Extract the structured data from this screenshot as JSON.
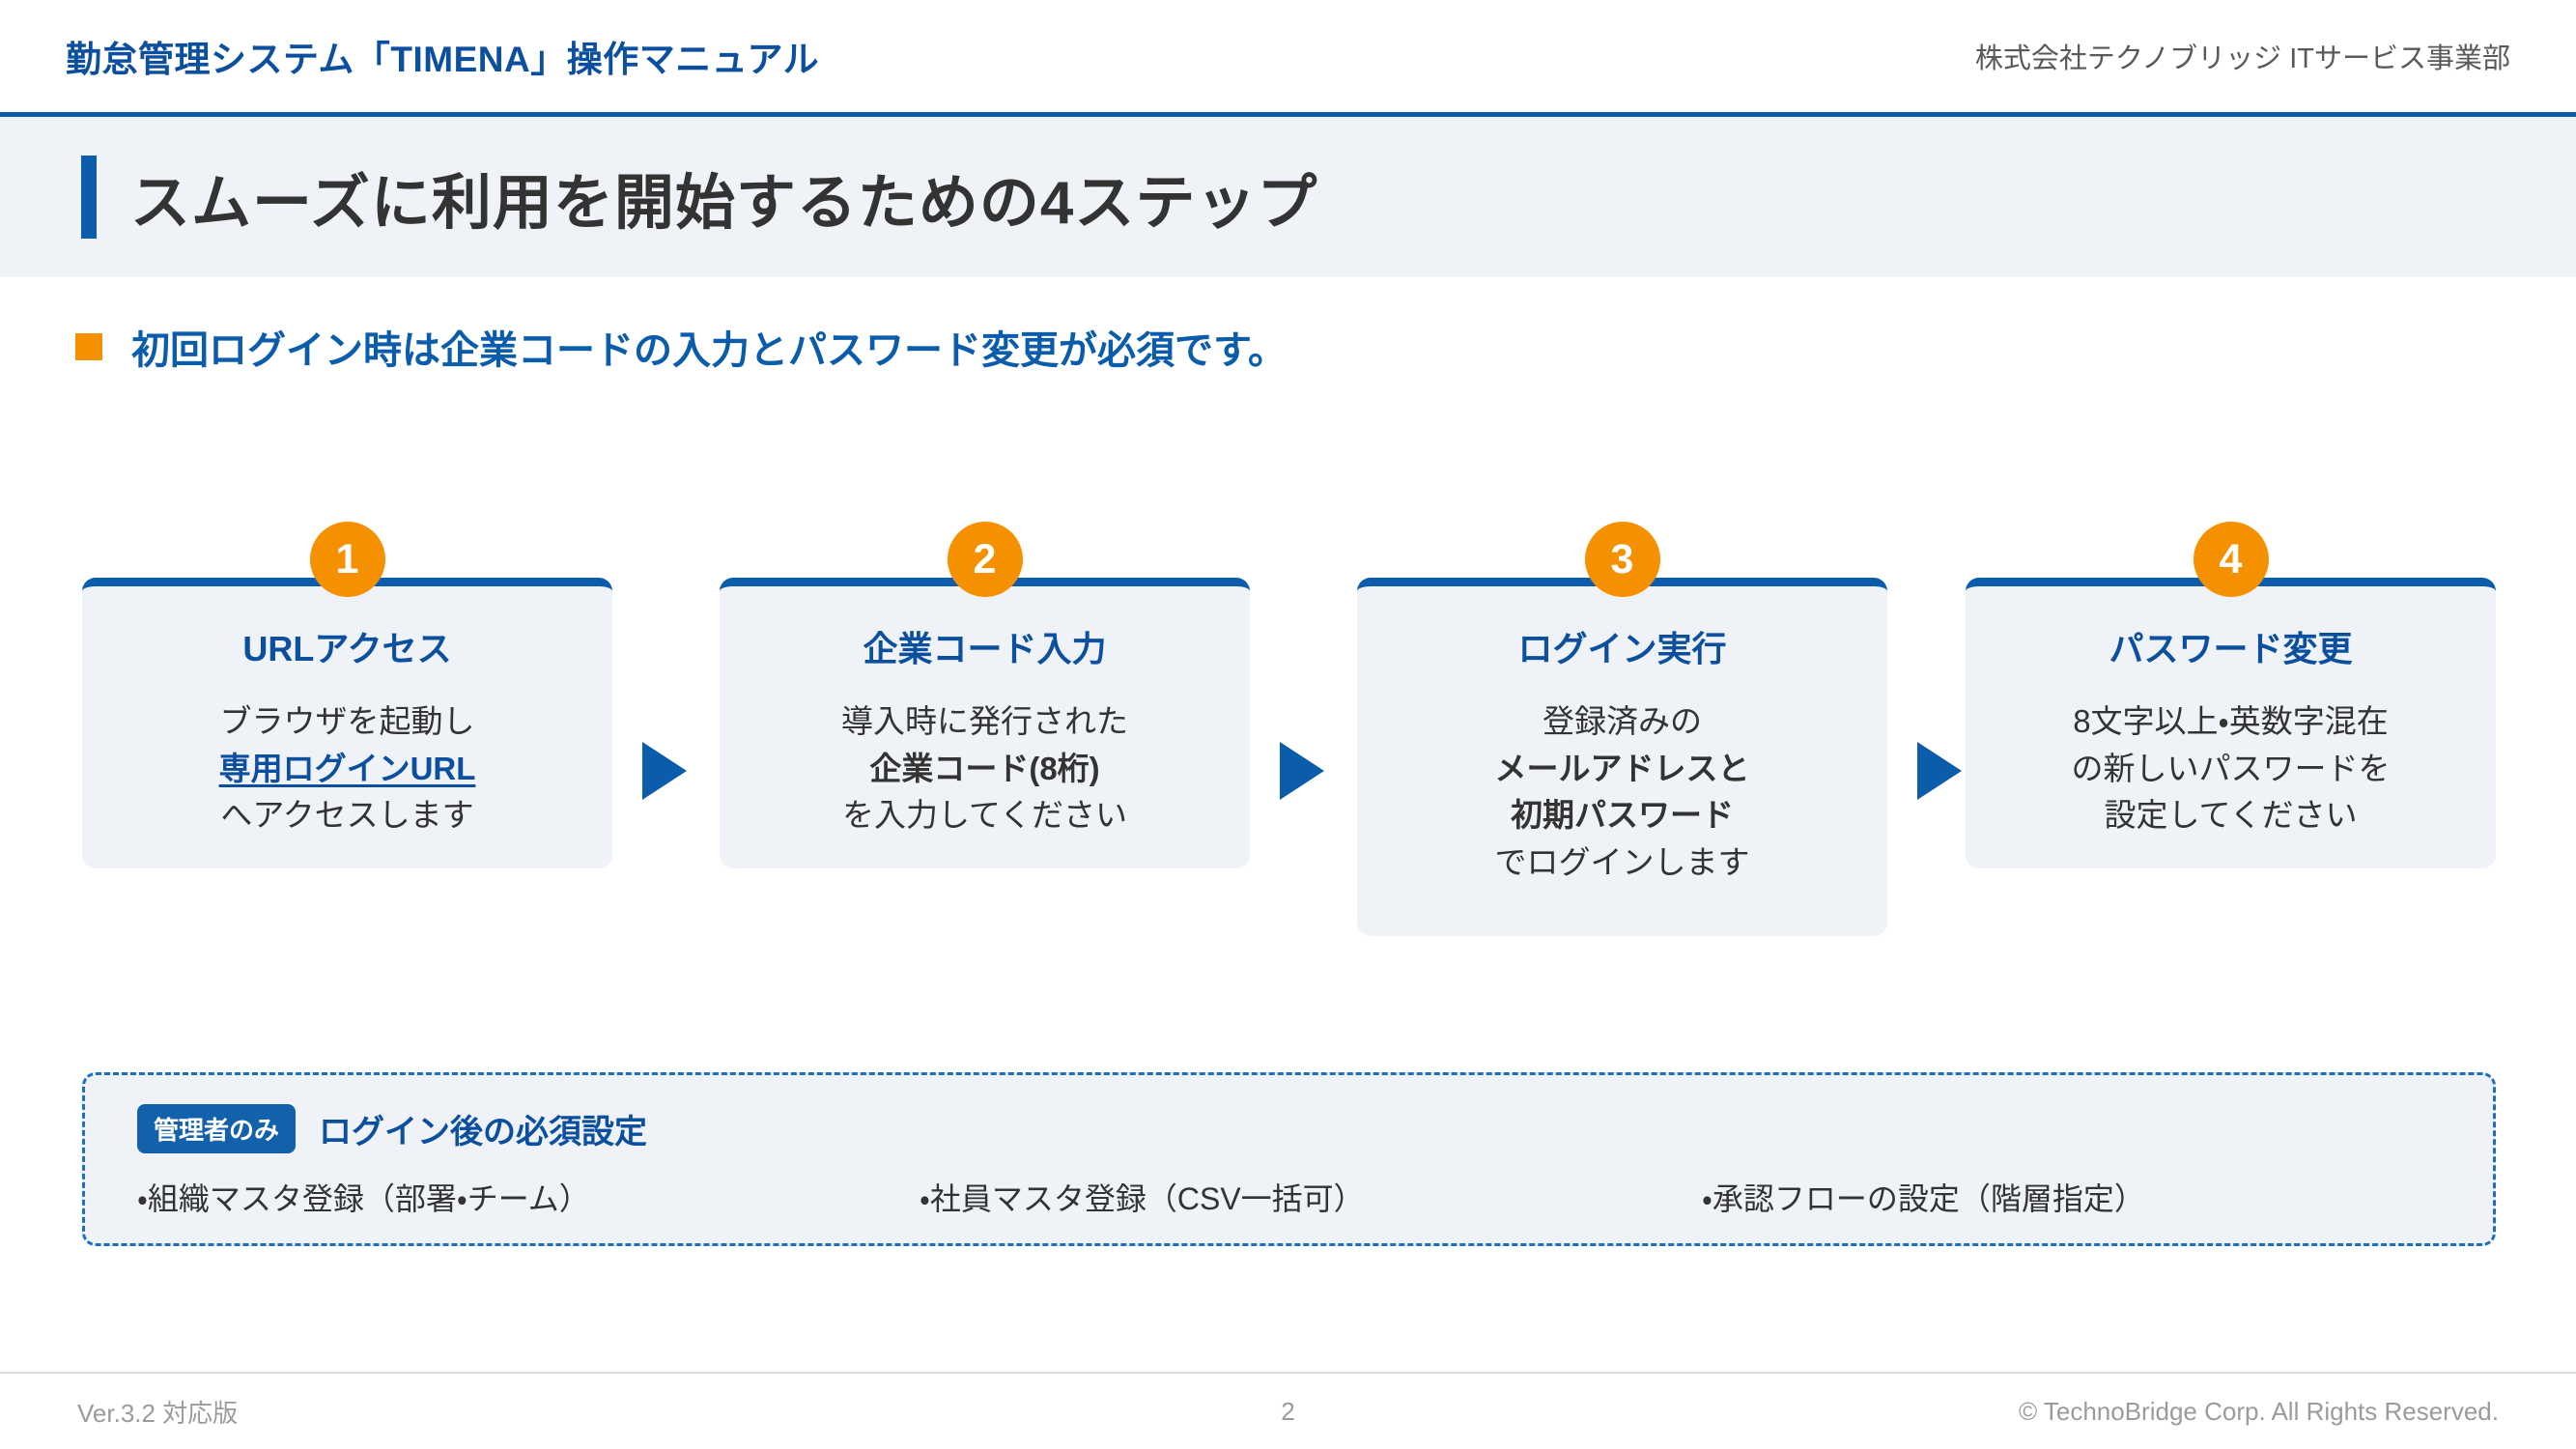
{
  "header": {
    "manual_title": "勤怠管理システム「TIMENA」操作マニュアル",
    "org": "株式会社テクノブリッジ ITサービス事業部"
  },
  "page_title": "スムーズに利用を開始するための4ステップ",
  "lead": {
    "text": "初回ログイン時は企業コードの入力とパスワード変更が必須です。"
  },
  "steps": [
    {
      "number": "1",
      "title": "URLアクセス",
      "lines": [
        {
          "text": "ブラウザを起動し",
          "style": "normal"
        },
        {
          "text": "専用ログインURL",
          "style": "link"
        },
        {
          "text": "へアクセスします",
          "style": "normal"
        }
      ]
    },
    {
      "number": "2",
      "title": "企業コード入力",
      "lines": [
        {
          "text": "導入時に発行された",
          "style": "normal"
        },
        {
          "text": "企業コード(8桁)",
          "style": "bold"
        },
        {
          "text": "を入力してください",
          "style": "normal"
        }
      ]
    },
    {
      "number": "3",
      "title": "ログイン実行",
      "lines": [
        {
          "text": "登録済みの",
          "style": "normal"
        },
        {
          "text": "メールアドレスと",
          "style": "bold"
        },
        {
          "text": "初期パスワード",
          "style": "bold"
        },
        {
          "text": "でログインします",
          "style": "normal"
        }
      ]
    },
    {
      "number": "4",
      "title": "パスワード変更",
      "lines": [
        {
          "text": "8文字以上・英数字混在",
          "style": "marker"
        },
        {
          "text": "の新しいパスワードを",
          "style": "normal"
        },
        {
          "text": "設定してください",
          "style": "normal"
        }
      ]
    }
  ],
  "arrows": [
    "play-arrow-icon",
    "play-arrow-icon",
    "play-arrow-icon"
  ],
  "note": {
    "badge": "管理者のみ",
    "title": "ログイン後の必須設定",
    "items": [
      "・組織マスタ登録（部署・チーム）",
      "・社員マスタ登録（CSV一括可）",
      "・承認フローの設定（階層指定）"
    ]
  },
  "footer": {
    "version": "Ver.3.2 対応版",
    "page_number": "2",
    "copyright": "© TechnoBridge Corp. All Rights Reserved."
  },
  "colors": {
    "brand_blue": "#0b5cab",
    "title_blue": "#0b4f9e",
    "accent_orange": "#f59100",
    "card_bg": "#eff2f7",
    "band_bg": "#eff3f8",
    "footer_text": "#9b9b9b"
  }
}
